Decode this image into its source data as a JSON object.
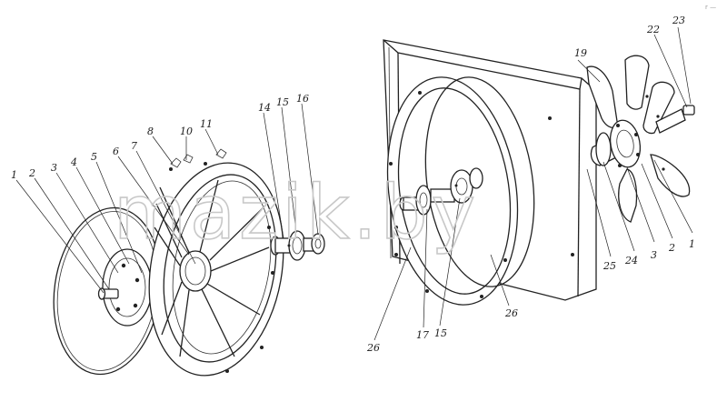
{
  "watermark": "mazik.by",
  "corner_mark": "r —",
  "callouts": [
    {
      "id": "l1",
      "text": "1"
    },
    {
      "id": "l2",
      "text": "2"
    },
    {
      "id": "l3",
      "text": "3"
    },
    {
      "id": "l4",
      "text": "4"
    },
    {
      "id": "l5",
      "text": "5"
    },
    {
      "id": "l6",
      "text": "6"
    },
    {
      "id": "l7",
      "text": "7"
    },
    {
      "id": "l8",
      "text": "8"
    },
    {
      "id": "l10",
      "text": "10"
    },
    {
      "id": "l11",
      "text": "11"
    },
    {
      "id": "l14",
      "text": "14"
    },
    {
      "id": "l15",
      "text": "15"
    },
    {
      "id": "l16",
      "text": "16"
    },
    {
      "id": "l19",
      "text": "19"
    },
    {
      "id": "l22",
      "text": "22"
    },
    {
      "id": "l23",
      "text": "23"
    },
    {
      "id": "r1",
      "text": "1"
    },
    {
      "id": "r2",
      "text": "2"
    },
    {
      "id": "r3",
      "text": "3"
    },
    {
      "id": "r24",
      "text": "24"
    },
    {
      "id": "r25",
      "text": "25"
    },
    {
      "id": "r26a",
      "text": "26"
    },
    {
      "id": "r26b",
      "text": "26"
    },
    {
      "id": "r17",
      "text": "17"
    },
    {
      "id": "r15",
      "text": "15"
    }
  ]
}
